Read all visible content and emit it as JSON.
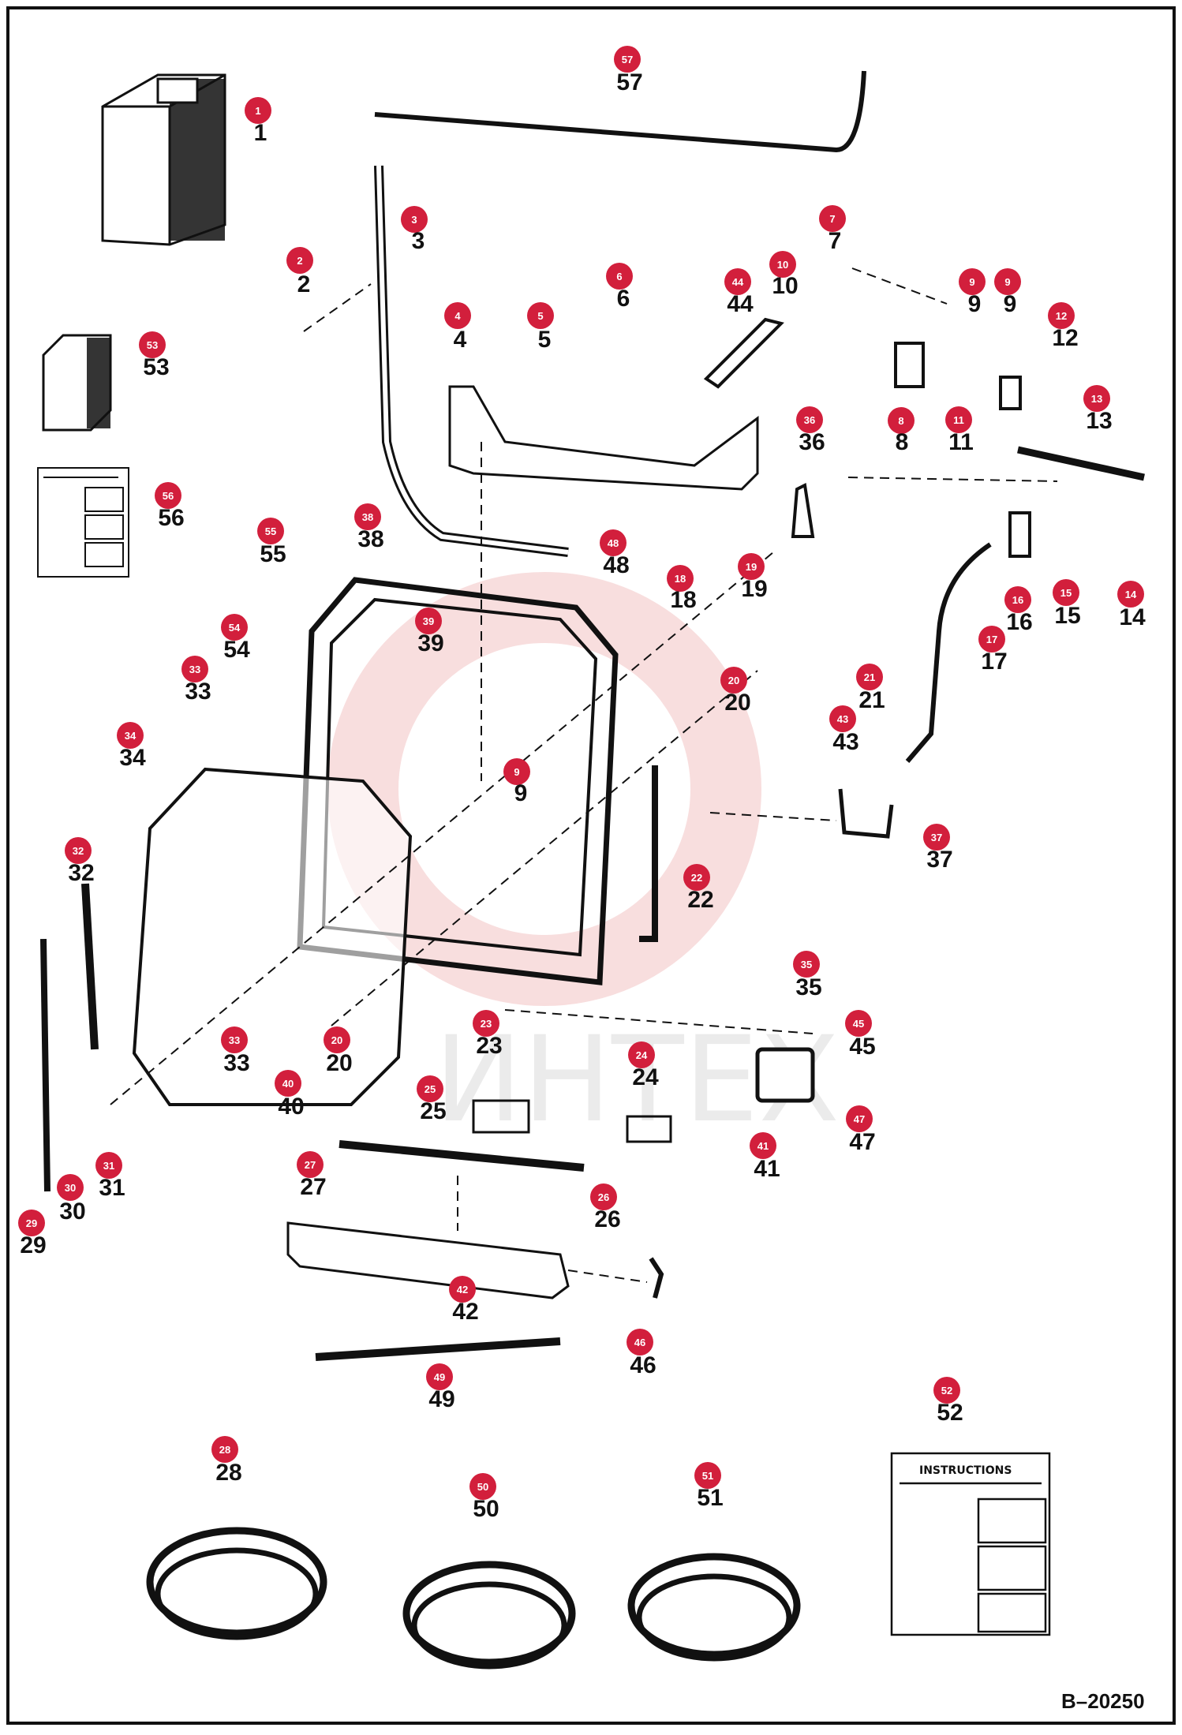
{
  "diagram": {
    "drawing_id": "B–20250",
    "watermark_text": "ИНТЕХ",
    "instruction_sheet_heading": "INSTRUCTIONS",
    "accent_color": "#d21f3c",
    "line_color": "#111111",
    "callouts": [
      {
        "num": "1",
        "label": "1"
      },
      {
        "num": "2",
        "label": "2"
      },
      {
        "num": "3",
        "label": "3"
      },
      {
        "num": "4",
        "label": "4"
      },
      {
        "num": "5",
        "label": "5"
      },
      {
        "num": "6",
        "label": "6"
      },
      {
        "num": "7",
        "label": "7"
      },
      {
        "num": "8",
        "label": "8"
      },
      {
        "num": "9",
        "label": "9"
      },
      {
        "num": "9",
        "label": "9"
      },
      {
        "num": "9",
        "label": "9"
      },
      {
        "num": "10",
        "label": "10"
      },
      {
        "num": "11",
        "label": "11"
      },
      {
        "num": "12",
        "label": "12"
      },
      {
        "num": "13",
        "label": "13"
      },
      {
        "num": "14",
        "label": "14"
      },
      {
        "num": "15",
        "label": "15"
      },
      {
        "num": "16",
        "label": "16"
      },
      {
        "num": "17",
        "label": "17"
      },
      {
        "num": "18",
        "label": "18"
      },
      {
        "num": "19",
        "label": "19"
      },
      {
        "num": "20",
        "label": "20"
      },
      {
        "num": "20",
        "label": "20"
      },
      {
        "num": "21",
        "label": "21"
      },
      {
        "num": "22",
        "label": "22"
      },
      {
        "num": "23",
        "label": "23"
      },
      {
        "num": "24",
        "label": "24"
      },
      {
        "num": "25",
        "label": "25"
      },
      {
        "num": "26",
        "label": "26"
      },
      {
        "num": "27",
        "label": "27"
      },
      {
        "num": "28",
        "label": "28"
      },
      {
        "num": "29",
        "label": "29"
      },
      {
        "num": "30",
        "label": "30"
      },
      {
        "num": "31",
        "label": "31"
      },
      {
        "num": "32",
        "label": "32"
      },
      {
        "num": "33",
        "label": "33"
      },
      {
        "num": "33",
        "label": "33"
      },
      {
        "num": "34",
        "label": "34"
      },
      {
        "num": "35",
        "label": "35"
      },
      {
        "num": "36",
        "label": "36"
      },
      {
        "num": "37",
        "label": "37"
      },
      {
        "num": "38",
        "label": "38"
      },
      {
        "num": "39",
        "label": "39"
      },
      {
        "num": "40",
        "label": "40"
      },
      {
        "num": "41",
        "label": "41"
      },
      {
        "num": "42",
        "label": "42"
      },
      {
        "num": "43",
        "label": "43"
      },
      {
        "num": "44",
        "label": "44"
      },
      {
        "num": "45",
        "label": "45"
      },
      {
        "num": "46",
        "label": "46"
      },
      {
        "num": "47",
        "label": "47"
      },
      {
        "num": "48",
        "label": "48"
      },
      {
        "num": "49",
        "label": "49"
      },
      {
        "num": "50",
        "label": "50"
      },
      {
        "num": "51",
        "label": "51"
      },
      {
        "num": "52",
        "label": "52"
      },
      {
        "num": "53",
        "label": "53"
      },
      {
        "num": "54",
        "label": "54"
      },
      {
        "num": "55",
        "label": "55"
      },
      {
        "num": "56",
        "label": "56"
      },
      {
        "num": "57",
        "label": "57"
      }
    ]
  }
}
